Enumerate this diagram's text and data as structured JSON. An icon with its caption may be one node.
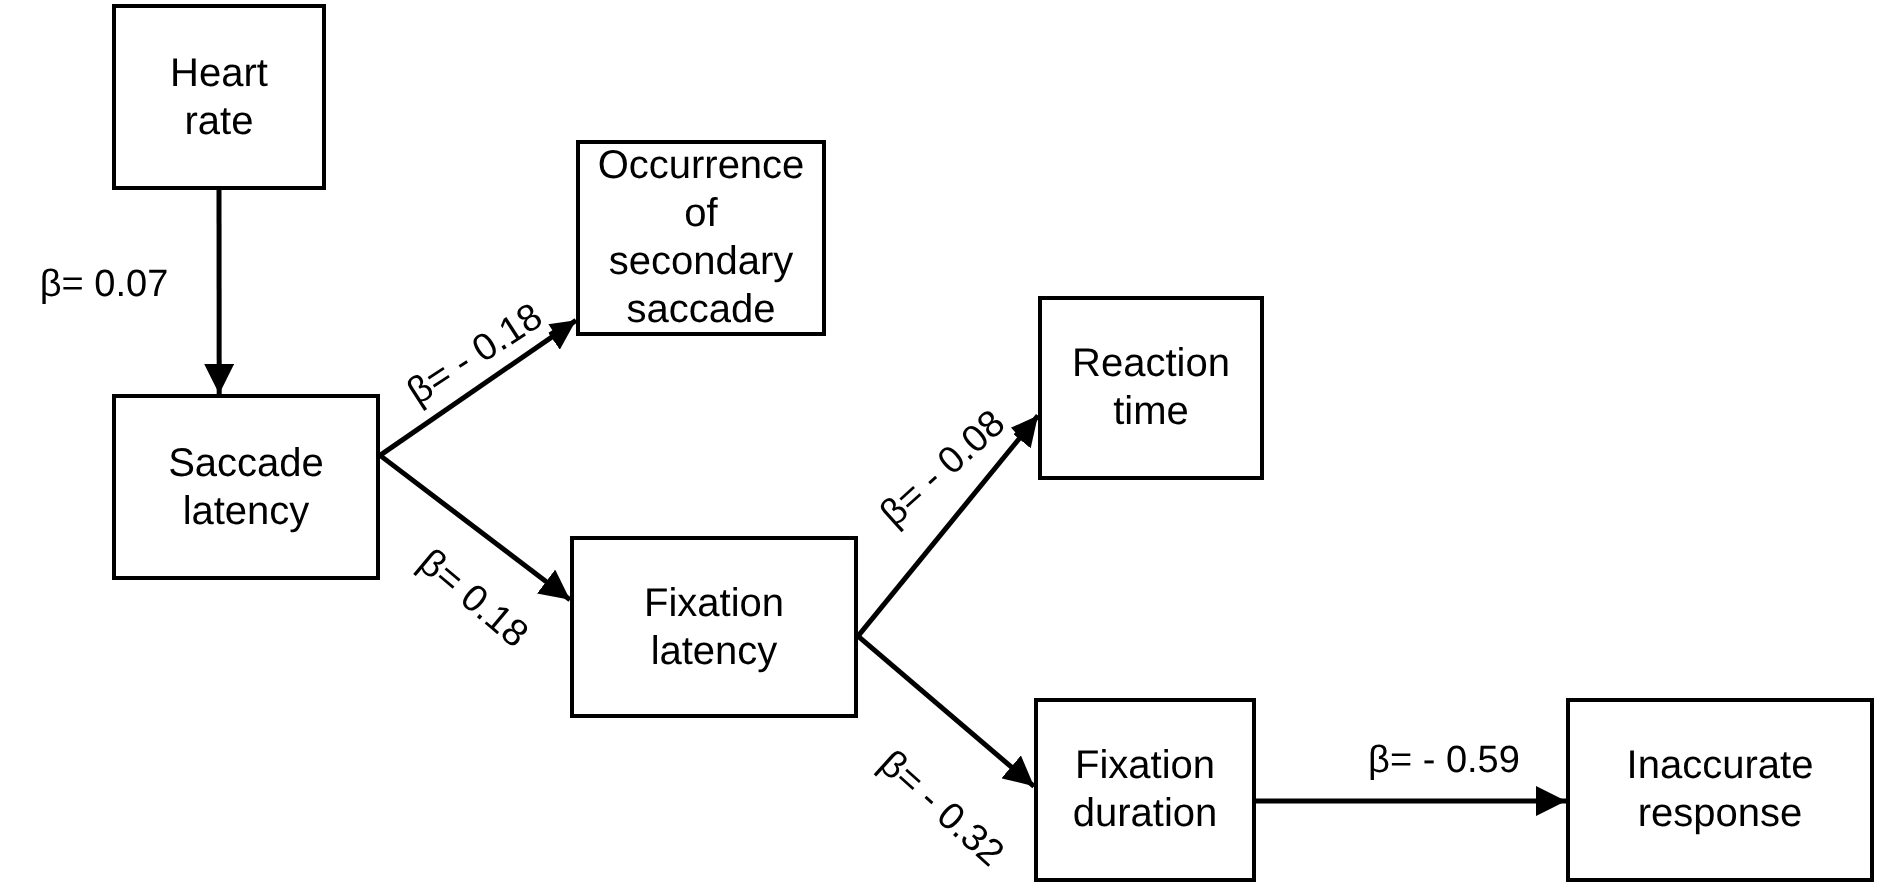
{
  "diagram": {
    "nodes": [
      {
        "text": [
          "Heart rate"
        ]
      },
      {
        "text": [
          "Saccade latency"
        ]
      },
      {
        "text": [
          "Occurrence of secondary saccade"
        ]
      },
      {
        "text": [
          "Reaction time"
        ]
      },
      {
        "text": [
          "Fixation latency"
        ]
      },
      {
        "text": [
          "Fixation duration"
        ]
      },
      {
        "text": [
          "Inaccurate response"
        ]
      }
    ],
    "edges": [
      {
        "from": 0,
        "to": 1,
        "arrow": "to",
        "label": "β= 0.07"
      },
      {
        "from": 1,
        "to": 2,
        "arrow": "to",
        "label": "β= - 0.18"
      },
      {
        "from": 1,
        "to": 4,
        "arrow": "to",
        "label": "β= 0.18"
      },
      {
        "from": 4,
        "to": 3,
        "arrow": "to",
        "label": "β= - 0.08"
      },
      {
        "from": 4,
        "to": 5,
        "arrow": "to",
        "label": "β= - 0.32"
      },
      {
        "from": 5,
        "to": 6,
        "arrow": "to",
        "label": "β= - 0.59"
      }
    ]
  }
}
